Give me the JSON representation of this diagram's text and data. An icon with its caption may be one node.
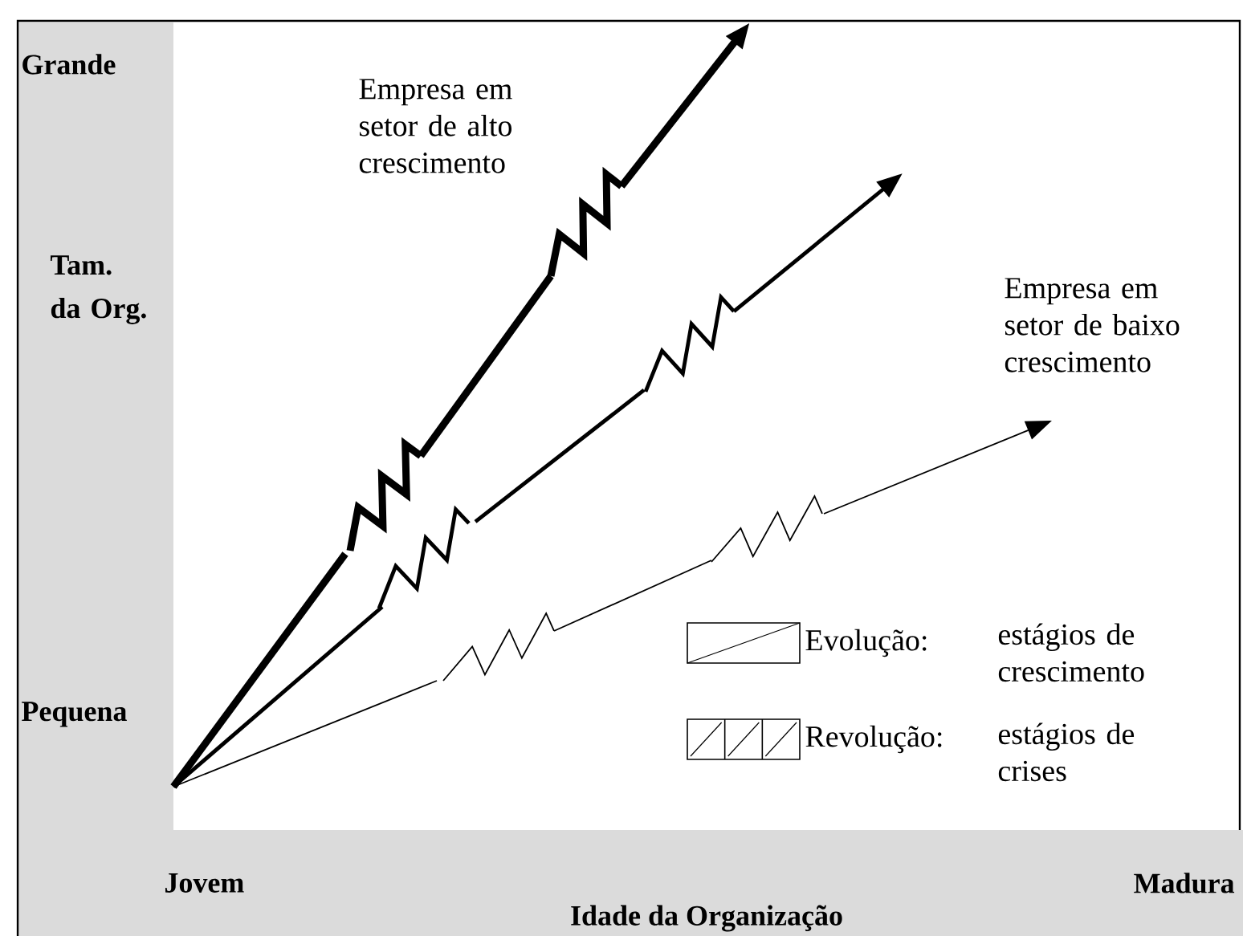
{
  "diagram": {
    "labels": [
      "Grande",
      "Empresa em setor de alto crescimento",
      "Tam. da Org.",
      "Empresa em setor de baixo crescimento",
      "Pequena",
      "estágios de crescimento",
      "estágios de crises",
      "Jovem",
      "Madura",
      "Idade da Organização"
    ],
    "legend": [
      {
        "text": "Evolução:"
      },
      {
        "text": "Revolução:"
      }
    ]
  }
}
